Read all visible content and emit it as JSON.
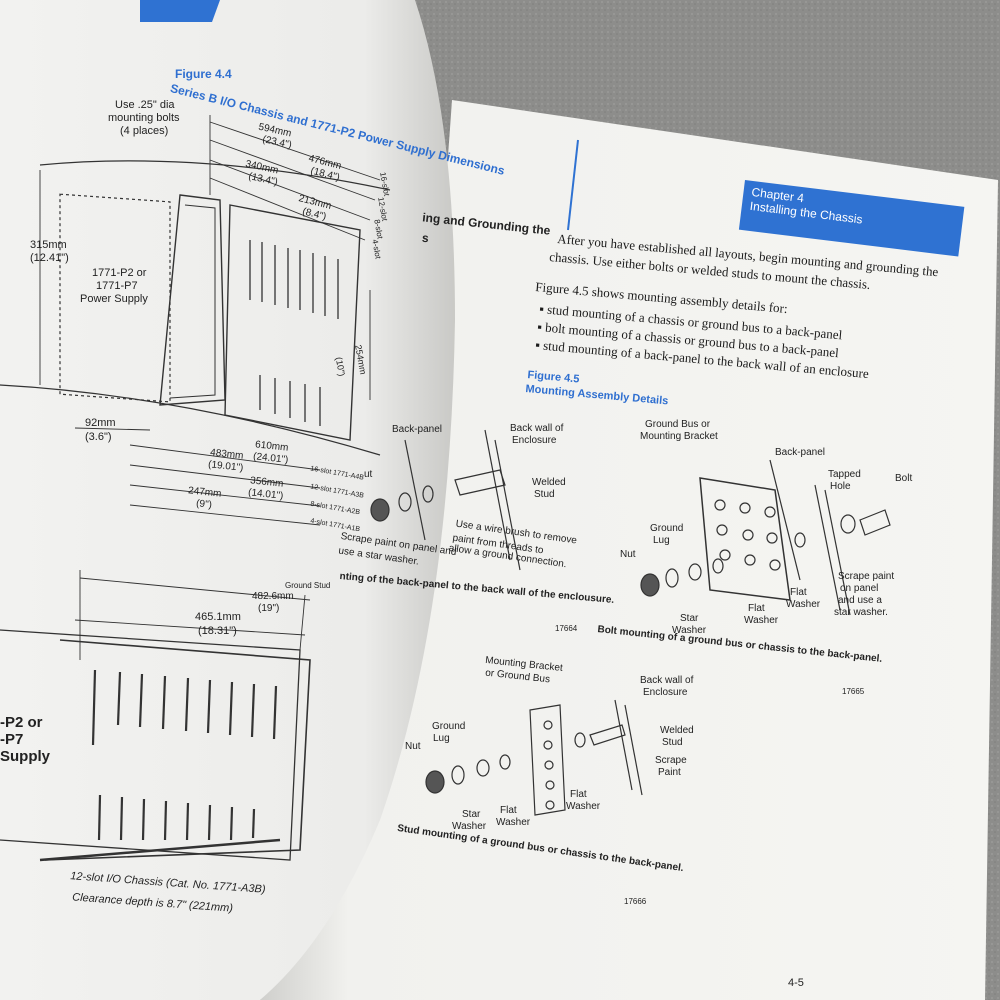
{
  "left_page": {
    "figure_number": "Figure 4.4",
    "figure_title": "Series B I/O Chassis and 1771-P2 Power Supply Dimensions",
    "bolts_note": [
      "Use .25\" dia",
      "mounting bolts",
      "(4 places)"
    ],
    "dims": {
      "d594": [
        "594mm",
        "(23.4\")"
      ],
      "d476": [
        "476mm",
        "(18.4\")"
      ],
      "d340": [
        "340mm",
        "(13.4\")"
      ],
      "d213": [
        "213mm",
        "(8.4\")"
      ],
      "d315": [
        "315mm",
        "(12.41\")"
      ],
      "d254": [
        "254mm",
        "(10\")"
      ],
      "d92": [
        "92mm",
        "(3.6\")"
      ],
      "d610": [
        "610mm",
        "(24.01\")"
      ],
      "d483": [
        "483mm",
        "(19.01\")"
      ],
      "d356": [
        "356mm",
        "(14.01\")"
      ],
      "d247": [
        "247mm",
        "(9\")"
      ],
      "d482": [
        "482.6mm",
        "(19\")"
      ],
      "d465": [
        "465.1mm",
        "(18.31\")"
      ]
    },
    "slots_top": [
      "16-slot",
      "12-slot",
      "8-slot",
      "4-slot"
    ],
    "slots_bottom": [
      "16-slot 1771-A4B",
      "12-slot 1771-A3B",
      "8-slot 1771-A2B",
      "4-slot 1771-A1B"
    ],
    "power_supply": [
      "1771-P2 or",
      "1771-P7",
      "Power Supply"
    ],
    "power_supply_bottom": [
      "-P2 or",
      "-P7",
      "Supply"
    ],
    "ground_stud_label": "Ground Stud",
    "caption": [
      "12-slot I/O Chassis (Cat. No. 1771-A3B)",
      "Clearance depth is 8.7\" (221mm)"
    ],
    "gutter_heading": [
      "ing and Grounding the",
      "s"
    ],
    "gutter_caption": "nting of the back-panel to the back wall of the enclousure.",
    "gutter_label": "ut"
  },
  "right_page": {
    "chapter_label": "Chapter 4",
    "chapter_title": "Installing the Chassis",
    "intro": [
      "After you have established all layouts, begin mounting and grounding the",
      "chassis.  Use either bolts or welded studs to mount the chassis."
    ],
    "figure_ref": "Figure 4.5 shows mounting assembly details for:",
    "bullets": [
      "stud mounting of a chassis or ground bus to a back-panel",
      "bolt mounting of a chassis or ground bus to a back-panel",
      "stud mounting of a back-panel to the back wall of an enclosure"
    ],
    "figure_number": "Figure 4.5",
    "figure_title": "Mounting Assembly Details",
    "panel_a": {
      "back_panel": "Back-panel",
      "back_wall": [
        "Back wall of",
        "Enclosure"
      ],
      "welded_stud": [
        "Welded",
        "Stud"
      ],
      "wire_brush": [
        "Use a wire brush to remove",
        "paint from threads to",
        "allow a ground connection."
      ],
      "scrape": [
        "Scrape paint on panel and",
        "use a star washer."
      ],
      "id": "17664"
    },
    "panel_b": {
      "ground_bus": [
        "Ground Bus or",
        "Mounting Bracket"
      ],
      "back_panel": "Back-panel",
      "tapped_hole": [
        "Tapped",
        "Hole"
      ],
      "bolt": "Bolt",
      "ground_lug": [
        "Ground",
        "Lug"
      ],
      "nut": "Nut",
      "star_washer": [
        "Star",
        "Washer"
      ],
      "flat_washer_a": [
        "Flat",
        "Washer"
      ],
      "flat_washer_b": [
        "Flat",
        "Washer"
      ],
      "scrape": [
        "Scrape paint",
        "on panel",
        "and use a",
        "star washer."
      ],
      "caption": "Bolt mounting of a ground bus or chassis to the back-panel.",
      "id": "17665"
    },
    "panel_c": {
      "bracket": [
        "Mounting Bracket",
        "or Ground Bus"
      ],
      "back_wall": [
        "Back wall of",
        "Enclosure"
      ],
      "welded_stud": [
        "Welded",
        "Stud"
      ],
      "scrape": [
        "Scrape",
        "Paint"
      ],
      "ground_lug": [
        "Ground",
        "Lug"
      ],
      "nut": "Nut",
      "star_washer": [
        "Star",
        "Washer"
      ],
      "flat_washer_a": [
        "Flat",
        "Washer"
      ],
      "flat_washer_b": [
        "Flat",
        "Washer"
      ],
      "caption": "Stud mounting of a ground bus or chassis to the back-panel.",
      "id": "17666"
    },
    "page_number": "4-5"
  },
  "colors": {
    "accent_blue": "#2f72d2",
    "paper": "#f3f3f0",
    "carpet": "#8e8e8c"
  }
}
